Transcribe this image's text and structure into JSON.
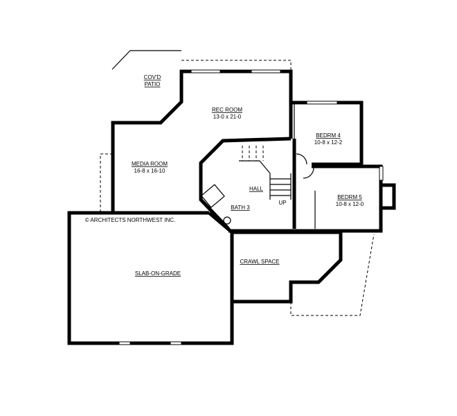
{
  "rooms": {
    "patio": {
      "name_line1": "COV'D",
      "name_line2": "PATIO"
    },
    "rec_room": {
      "name": "REC ROOM",
      "size": "13-0 x 21-0"
    },
    "bedrm4": {
      "name": "BEDRM 4",
      "size": "10-8 x 12-2"
    },
    "media_room": {
      "name": "MEDIA ROOM",
      "size": "16-8 x 16-10"
    },
    "hall": {
      "name": "HALL"
    },
    "stairs": {
      "label": "UP"
    },
    "bath3": {
      "name": "BATH 3"
    },
    "bedrm5": {
      "name": "BEDRM 5",
      "size": "10-8 x 12-0"
    },
    "crawl": {
      "name": "CRAWL SPACE"
    },
    "slab": {
      "name": "SLAB-ON-GRADE"
    }
  },
  "copyright": "© ARCHITECTS NORTHWEST INC."
}
